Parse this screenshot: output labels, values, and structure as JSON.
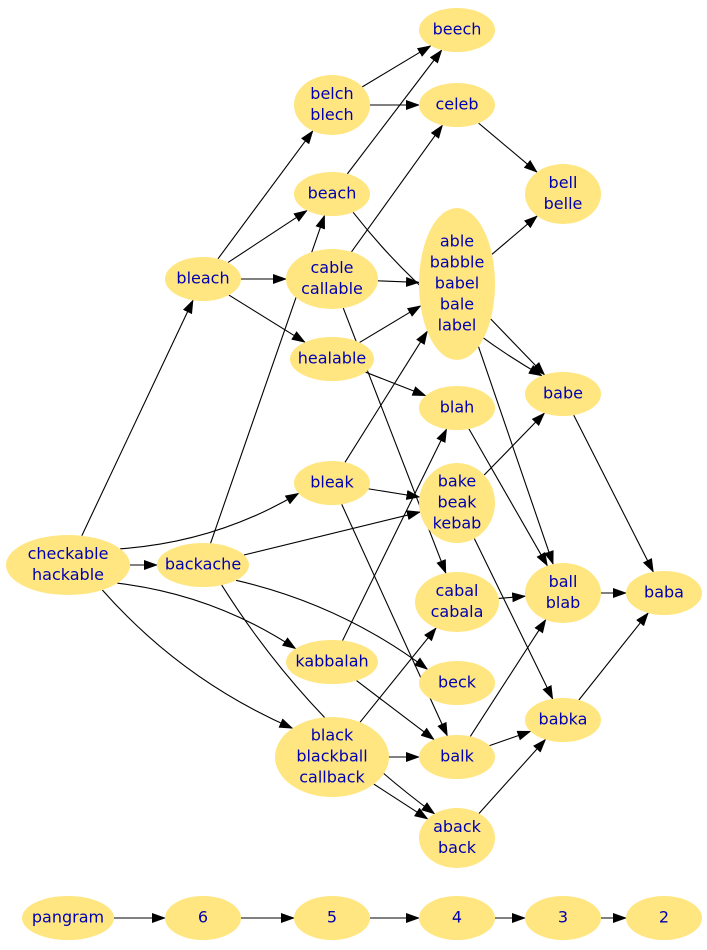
{
  "diagram": {
    "nodes": [
      {
        "id": "checkable",
        "lines": [
          "checkable",
          "hackable"
        ]
      },
      {
        "id": "backache",
        "lines": [
          "backache"
        ]
      },
      {
        "id": "bleach",
        "lines": [
          "bleach"
        ]
      },
      {
        "id": "belch",
        "lines": [
          "belch",
          "blech"
        ]
      },
      {
        "id": "beach",
        "lines": [
          "beach"
        ]
      },
      {
        "id": "cable",
        "lines": [
          "cable",
          "callable"
        ]
      },
      {
        "id": "healable",
        "lines": [
          "healable"
        ]
      },
      {
        "id": "bleak",
        "lines": [
          "bleak"
        ]
      },
      {
        "id": "kabbalah",
        "lines": [
          "kabbalah"
        ]
      },
      {
        "id": "black",
        "lines": [
          "black",
          "blackball",
          "callback"
        ]
      },
      {
        "id": "beech",
        "lines": [
          "beech"
        ]
      },
      {
        "id": "celeb",
        "lines": [
          "celeb"
        ]
      },
      {
        "id": "able",
        "lines": [
          "able",
          "babble",
          "babel",
          "bale",
          "label"
        ]
      },
      {
        "id": "blah",
        "lines": [
          "blah"
        ]
      },
      {
        "id": "bake",
        "lines": [
          "bake",
          "beak",
          "kebab"
        ]
      },
      {
        "id": "cabal",
        "lines": [
          "cabal",
          "cabala"
        ]
      },
      {
        "id": "beck",
        "lines": [
          "beck"
        ]
      },
      {
        "id": "balk",
        "lines": [
          "balk"
        ]
      },
      {
        "id": "aback",
        "lines": [
          "aback",
          "back"
        ]
      },
      {
        "id": "bell",
        "lines": [
          "bell",
          "belle"
        ]
      },
      {
        "id": "babe",
        "lines": [
          "babe"
        ]
      },
      {
        "id": "ball",
        "lines": [
          "ball",
          "blab"
        ]
      },
      {
        "id": "babka",
        "lines": [
          "babka"
        ]
      },
      {
        "id": "baba",
        "lines": [
          "baba"
        ]
      },
      {
        "id": "pangram",
        "lines": [
          "pangram"
        ]
      },
      {
        "id": "n6",
        "lines": [
          "6"
        ]
      },
      {
        "id": "n5",
        "lines": [
          "5"
        ]
      },
      {
        "id": "n4",
        "lines": [
          "4"
        ]
      },
      {
        "id": "n3",
        "lines": [
          "3"
        ]
      },
      {
        "id": "n2",
        "lines": [
          "2"
        ]
      }
    ],
    "edges": [
      [
        "checkable",
        "bleach"
      ],
      [
        "checkable",
        "backache"
      ],
      [
        "checkable",
        "bleak"
      ],
      [
        "checkable",
        "kabbalah"
      ],
      [
        "checkable",
        "black"
      ],
      [
        "backache",
        "beach"
      ],
      [
        "backache",
        "bake"
      ],
      [
        "backache",
        "beck"
      ],
      [
        "backache",
        "aback"
      ],
      [
        "bleach",
        "belch"
      ],
      [
        "bleach",
        "beach"
      ],
      [
        "bleach",
        "cable"
      ],
      [
        "bleach",
        "healable"
      ],
      [
        "belch",
        "beech"
      ],
      [
        "belch",
        "celeb"
      ],
      [
        "beach",
        "beech"
      ],
      [
        "beach",
        "babe"
      ],
      [
        "cable",
        "celeb"
      ],
      [
        "cable",
        "able"
      ],
      [
        "cable",
        "cabal"
      ],
      [
        "healable",
        "able"
      ],
      [
        "healable",
        "blah"
      ],
      [
        "bleak",
        "bake"
      ],
      [
        "bleak",
        "able"
      ],
      [
        "bleak",
        "balk"
      ],
      [
        "kabbalah",
        "blah"
      ],
      [
        "kabbalah",
        "balk"
      ],
      [
        "black",
        "cabal"
      ],
      [
        "black",
        "balk"
      ],
      [
        "black",
        "aback"
      ],
      [
        "celeb",
        "bell"
      ],
      [
        "able",
        "bell"
      ],
      [
        "able",
        "babe"
      ],
      [
        "able",
        "ball"
      ],
      [
        "blah",
        "ball"
      ],
      [
        "bake",
        "babe"
      ],
      [
        "bake",
        "babka"
      ],
      [
        "cabal",
        "ball"
      ],
      [
        "balk",
        "ball"
      ],
      [
        "balk",
        "babka"
      ],
      [
        "aback",
        "babka"
      ],
      [
        "babe",
        "baba"
      ],
      [
        "ball",
        "baba"
      ],
      [
        "babka",
        "baba"
      ],
      [
        "pangram",
        "n6"
      ],
      [
        "n6",
        "n5"
      ],
      [
        "n5",
        "n4"
      ],
      [
        "n4",
        "n3"
      ],
      [
        "n3",
        "n2"
      ]
    ],
    "colors": {
      "node_fill": "#ffe680",
      "label_text": "#0000b3",
      "edge": "#000000",
      "background": "#ffffff"
    }
  }
}
